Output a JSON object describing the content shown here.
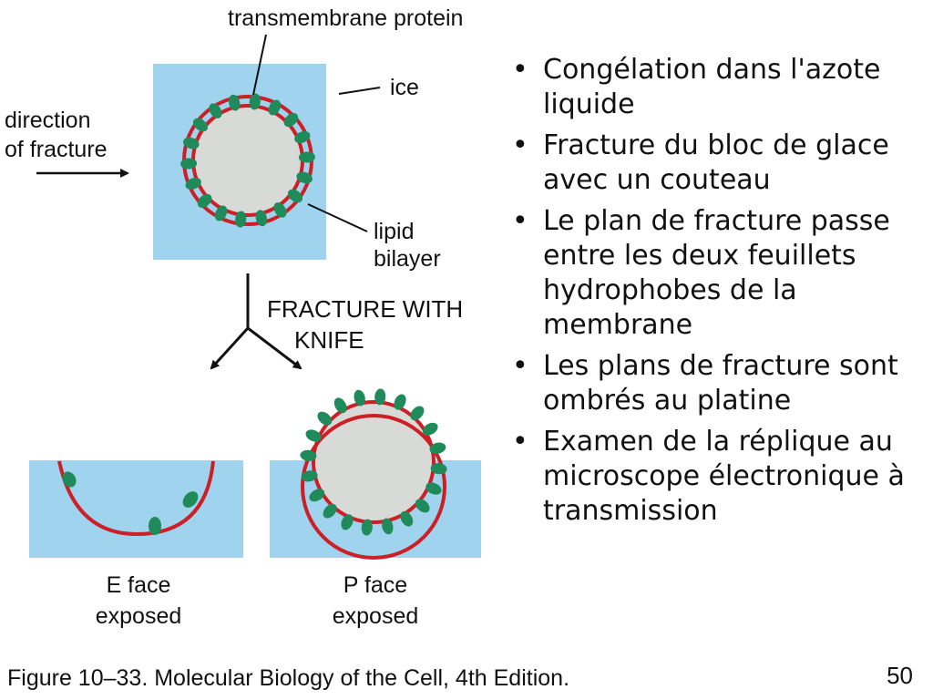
{
  "diagram": {
    "labels": {
      "transmembrane_protein": "transmembrane protein",
      "ice": "ice",
      "direction_line1": "direction",
      "direction_line2": "of fracture",
      "lipid_line1": "lipid",
      "lipid_line2": "bilayer",
      "fracture_line1": "FRACTURE WITH",
      "fracture_line2": "KNIFE",
      "e_face_line1": "E face",
      "e_face_line2": "exposed",
      "p_face_line1": "P face",
      "p_face_line2": "exposed"
    },
    "colors": {
      "ice": "#9fd3ee",
      "vesicle_fill": "#d8dad8",
      "membrane": "#cc1f26",
      "protein": "#1f8a5a",
      "ink": "#111111"
    }
  },
  "bullets": [
    "Congélation dans l'azote liquide",
    "Fracture du bloc de glace avec un couteau",
    "Le plan de fracture passe entre les deux feuillets hydrophobes de la membrane",
    "Les plans de fracture sont ombrés au platine",
    "Examen de la réplique au microscope électronique à transmission"
  ],
  "caption": "Figure 10–33. Molecular Biology of the Cell, 4th Edition.",
  "slide_number": "50"
}
